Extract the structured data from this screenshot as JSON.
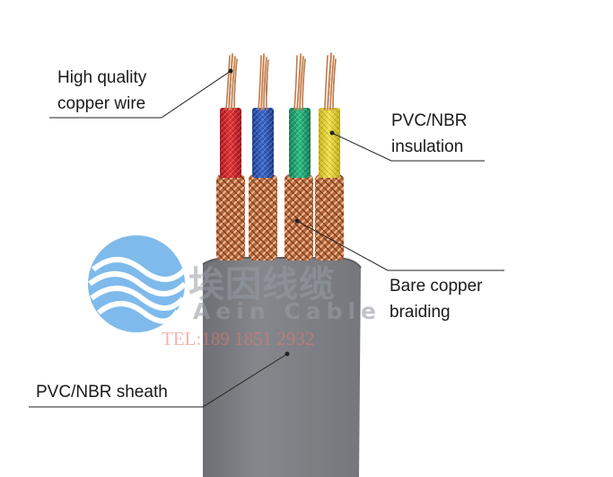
{
  "labels": {
    "copper_wire": [
      "High quality",
      "copper wire"
    ],
    "insulation": [
      "PVC/NBR",
      "insulation"
    ],
    "braiding": [
      "Bare copper",
      "braiding"
    ],
    "sheath": "PVC/NBR sheath"
  },
  "watermark": {
    "logo": "wave-logo-icon",
    "company_cn": "埃因线缆",
    "company_en": "Aein Cable",
    "tel": "TEL:189 1851 2932"
  },
  "colors": {
    "sheath": "#7b7d82",
    "copper": "#c07a4a",
    "insulation_red": "#d9232a",
    "insulation_blue": "#2a55b8",
    "insulation_green": "#1ea46e",
    "insulation_yellow": "#e8d52a",
    "leader_line": "#222222",
    "watermark_blue": "#5aa7e6",
    "watermark_tel": "#eb786e"
  }
}
